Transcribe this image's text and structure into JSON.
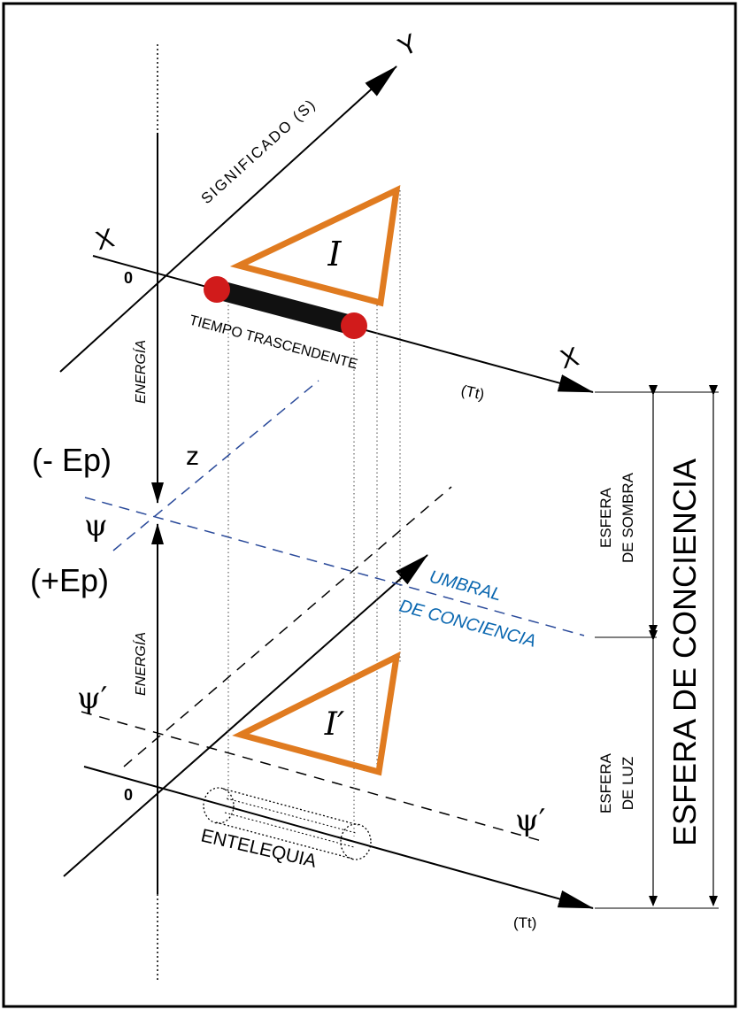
{
  "colors": {
    "axis": "#000000",
    "triangle": "#e07b20",
    "ball": "#d11b1b",
    "threshold": "#1f3f8f",
    "threshold_text": "#0a67b0",
    "frame": "#000000"
  },
  "labels": {
    "y_axis": "Y",
    "x_axis_top": "X",
    "x_axis_left": "X",
    "significado": "SIGNIFICADO (S)",
    "origin_top": "0",
    "origin_bottom": "0",
    "triangle_top": "I",
    "triangle_bottom": "I′",
    "tiempo": "TIEMPO TRASCENDENTE",
    "tt_top": "(Tt)",
    "tt_bottom": "(Tt)",
    "energia_top": "ENERGÍA",
    "energia_bottom": "ENERGÍA",
    "minus_ep": "(- Ep)",
    "z": "z",
    "psi": "ψ",
    "plus_ep": "(+Ep)",
    "psi_prime_left": "ψ′",
    "psi_prime_right": "ψ′",
    "umbral_line1": "UMBRAL",
    "umbral_line2": "DE CONCIENCIA",
    "esfera_sombra_line1": "ESFERA",
    "esfera_sombra_line2": "DE SOMBRA",
    "esfera_luz_line1": "ESFERA",
    "esfera_luz_line2": "DE LUZ",
    "esfera_conciencia": "ESFERA DE CONCIENCIA",
    "entelequia": "ENTELEQUIA"
  }
}
